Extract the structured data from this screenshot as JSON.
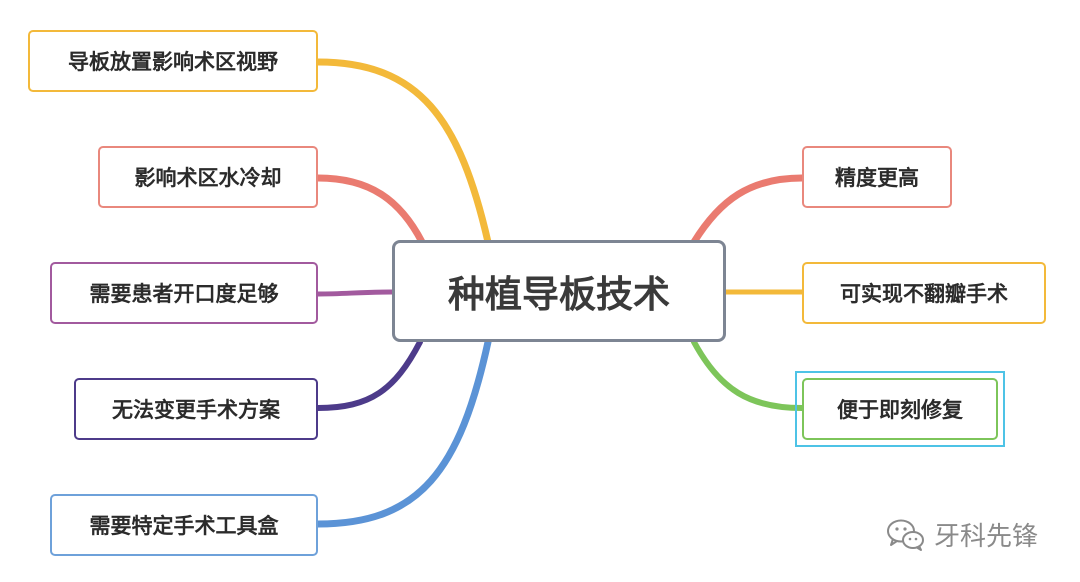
{
  "diagram": {
    "center": "种植导板技术",
    "left_nodes": [
      {
        "label": "导板放置影响术区视野",
        "color": "#f3b93a"
      },
      {
        "label": "影响术区水冷却",
        "color": "#e9887d"
      },
      {
        "label": "需要患者开口度足够",
        "color": "#a25a9e"
      },
      {
        "label": "无法变更手术方案",
        "color": "#4d3b8a"
      },
      {
        "label": "需要特定手术工具盒",
        "color": "#6ea1da"
      }
    ],
    "right_nodes": [
      {
        "label": "精度更高",
        "color": "#e9887d"
      },
      {
        "label": "可实现不翻瓣手术",
        "color": "#f3b93a"
      },
      {
        "label": "便于即刻修复",
        "color": "#7dc55a"
      }
    ]
  },
  "watermark": {
    "text": "牙科先锋",
    "icon": "wechat-icon"
  }
}
